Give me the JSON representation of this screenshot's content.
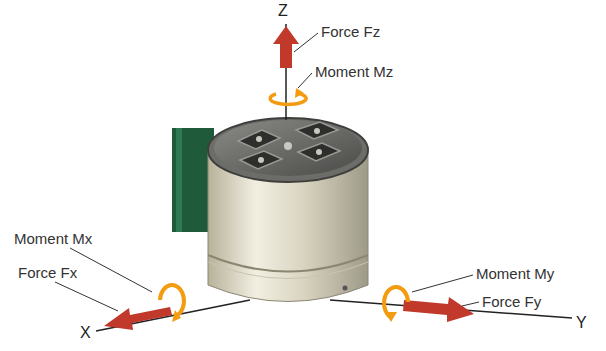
{
  "diagram": {
    "labels": [
      "Z",
      "Force Fz",
      "Moment Mz",
      "Moment Mx",
      "Force Fx",
      "X",
      "Moment My",
      "Force Fy",
      "Y"
    ]
  }
}
